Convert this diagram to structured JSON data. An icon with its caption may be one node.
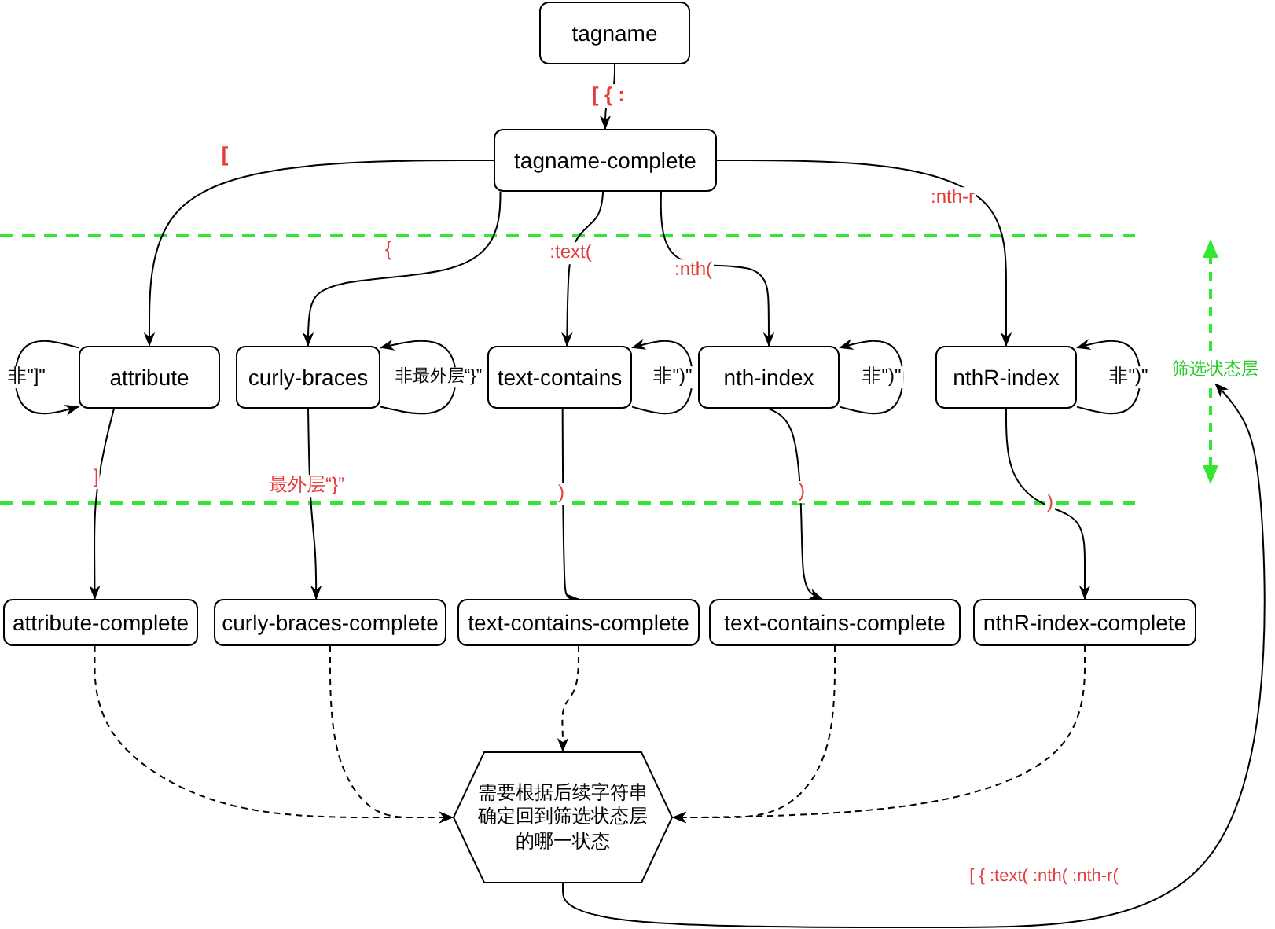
{
  "diagram": {
    "nodes": [
      {
        "text": [
          "tagname"
        ]
      },
      {
        "text": [
          "tagname-complete"
        ]
      },
      {
        "text": [
          "attribute"
        ]
      },
      {
        "text": [
          "curly-braces"
        ]
      },
      {
        "text": [
          "text-contains"
        ]
      },
      {
        "text": [
          "nth-index"
        ]
      },
      {
        "text": [
          "nthR-index"
        ]
      },
      {
        "text": [
          "attribute-complete"
        ]
      },
      {
        "text": [
          "curly-braces-complete"
        ]
      },
      {
        "text": [
          "text-contains-complete"
        ]
      },
      {
        "text": [
          "text-contains-complete"
        ]
      },
      {
        "text": [
          "nthR-index-complete"
        ]
      },
      {
        "text": [
          "需要根据后续字符串确定回到筛选状态层的哪一状态"
        ]
      },
      {
        "text": [
          "筛选状态层"
        ]
      }
    ],
    "edges": [
      {
        "from": 0,
        "to": 1,
        "arrow": "to",
        "label": "[ { :"
      },
      {
        "from": 1,
        "to": 2,
        "arrow": "to",
        "label": "["
      },
      {
        "from": 1,
        "to": 3,
        "arrow": "to",
        "label": "{"
      },
      {
        "from": 1,
        "to": 4,
        "arrow": "to",
        "label": ":text("
      },
      {
        "from": 1,
        "to": 5,
        "arrow": "to",
        "label": ":nth("
      },
      {
        "from": 1,
        "to": 6,
        "arrow": "to",
        "label": ":nth-r"
      },
      {
        "from": 2,
        "to": 2,
        "arrow": "to",
        "label": "非\"]\""
      },
      {
        "from": 3,
        "to": 3,
        "arrow": "to",
        "label": "非最外层“}”"
      },
      {
        "from": 4,
        "to": 4,
        "arrow": "to",
        "label": "非\")\""
      },
      {
        "from": 5,
        "to": 5,
        "arrow": "to",
        "label": "非\")\""
      },
      {
        "from": 6,
        "to": 6,
        "arrow": "to",
        "label": "非\")\""
      },
      {
        "from": 2,
        "to": 7,
        "arrow": "to",
        "label": "]"
      },
      {
        "from": 3,
        "to": 8,
        "arrow": "to",
        "label": "最外层“}”"
      },
      {
        "from": 4,
        "to": 9,
        "arrow": "to",
        "label": ")"
      },
      {
        "from": 5,
        "to": 10,
        "arrow": "to",
        "label": ")"
      },
      {
        "from": 6,
        "to": 11,
        "arrow": "to",
        "label": ")"
      },
      {
        "from": 7,
        "to": 12,
        "arrow": "to",
        "style": "dashed"
      },
      {
        "from": 8,
        "to": 12,
        "arrow": "to",
        "style": "dashed"
      },
      {
        "from": 9,
        "to": 12,
        "arrow": "to",
        "style": "dashed"
      },
      {
        "from": 10,
        "to": 12,
        "arrow": "to",
        "style": "dashed"
      },
      {
        "from": 11,
        "to": 12,
        "arrow": "to",
        "style": "dashed"
      },
      {
        "from": 12,
        "to": 13,
        "arrow": "to",
        "label": "[ { :text( :nth( :nth-r("
      }
    ]
  }
}
